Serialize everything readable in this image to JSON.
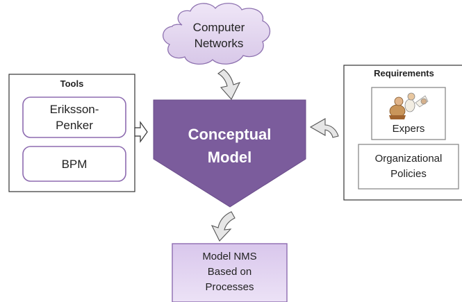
{
  "diagram": {
    "cloud_label_line1": "Computer",
    "cloud_label_line2": "Networks",
    "tools_title": "Tools",
    "tool_1_line1": "Eriksson-",
    "tool_1_line2": "Penker",
    "tool_2": "BPM",
    "core_line1": "Conceptual",
    "core_line2": "Model",
    "requirements_title": "Requirements",
    "requirement_1": "Expers",
    "requirement_2_line1": "Organizational",
    "requirement_2_line2": "Policies",
    "output_line1": "Model NMS",
    "output_line2": "Based on",
    "output_line3": "Processes"
  },
  "colors": {
    "core_fill": "#7b5c9c",
    "pastel_fill": "#e8dcf2",
    "border_purple": "#8d6bb0",
    "arrow_fill": "#e6e6e6"
  }
}
